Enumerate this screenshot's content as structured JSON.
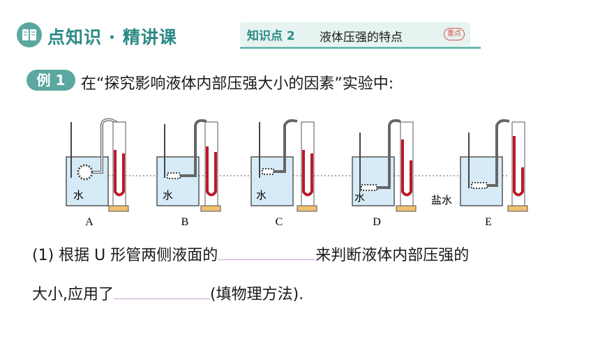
{
  "header": {
    "title": "点知识 · 精讲课",
    "kp_tag": "知识点 2",
    "kp_text": "液体压强的特点",
    "badge": "重点"
  },
  "example": {
    "label": "例 1",
    "text": "在“探究影响液体内部压强大小的因素”实验中:"
  },
  "figure": {
    "panels": [
      "A",
      "B",
      "C",
      "D",
      "E"
    ],
    "liquid_labels": [
      "水",
      "水",
      "水",
      "水",
      "盐水"
    ]
  },
  "questions": {
    "q1_part1": "(1) 根据 U 形管两侧液面的",
    "q1_part2": "来判断液体内部压强的",
    "q1_part3": "大小,应用了",
    "q1_part4": "(填物理方法)."
  },
  "colors": {
    "accent": "#5aa8a0",
    "accent_dark": "#2b8a85",
    "water": "#d6ebf7",
    "red_liquid": "#c0162c",
    "blank_line": "#c9a0d6"
  }
}
